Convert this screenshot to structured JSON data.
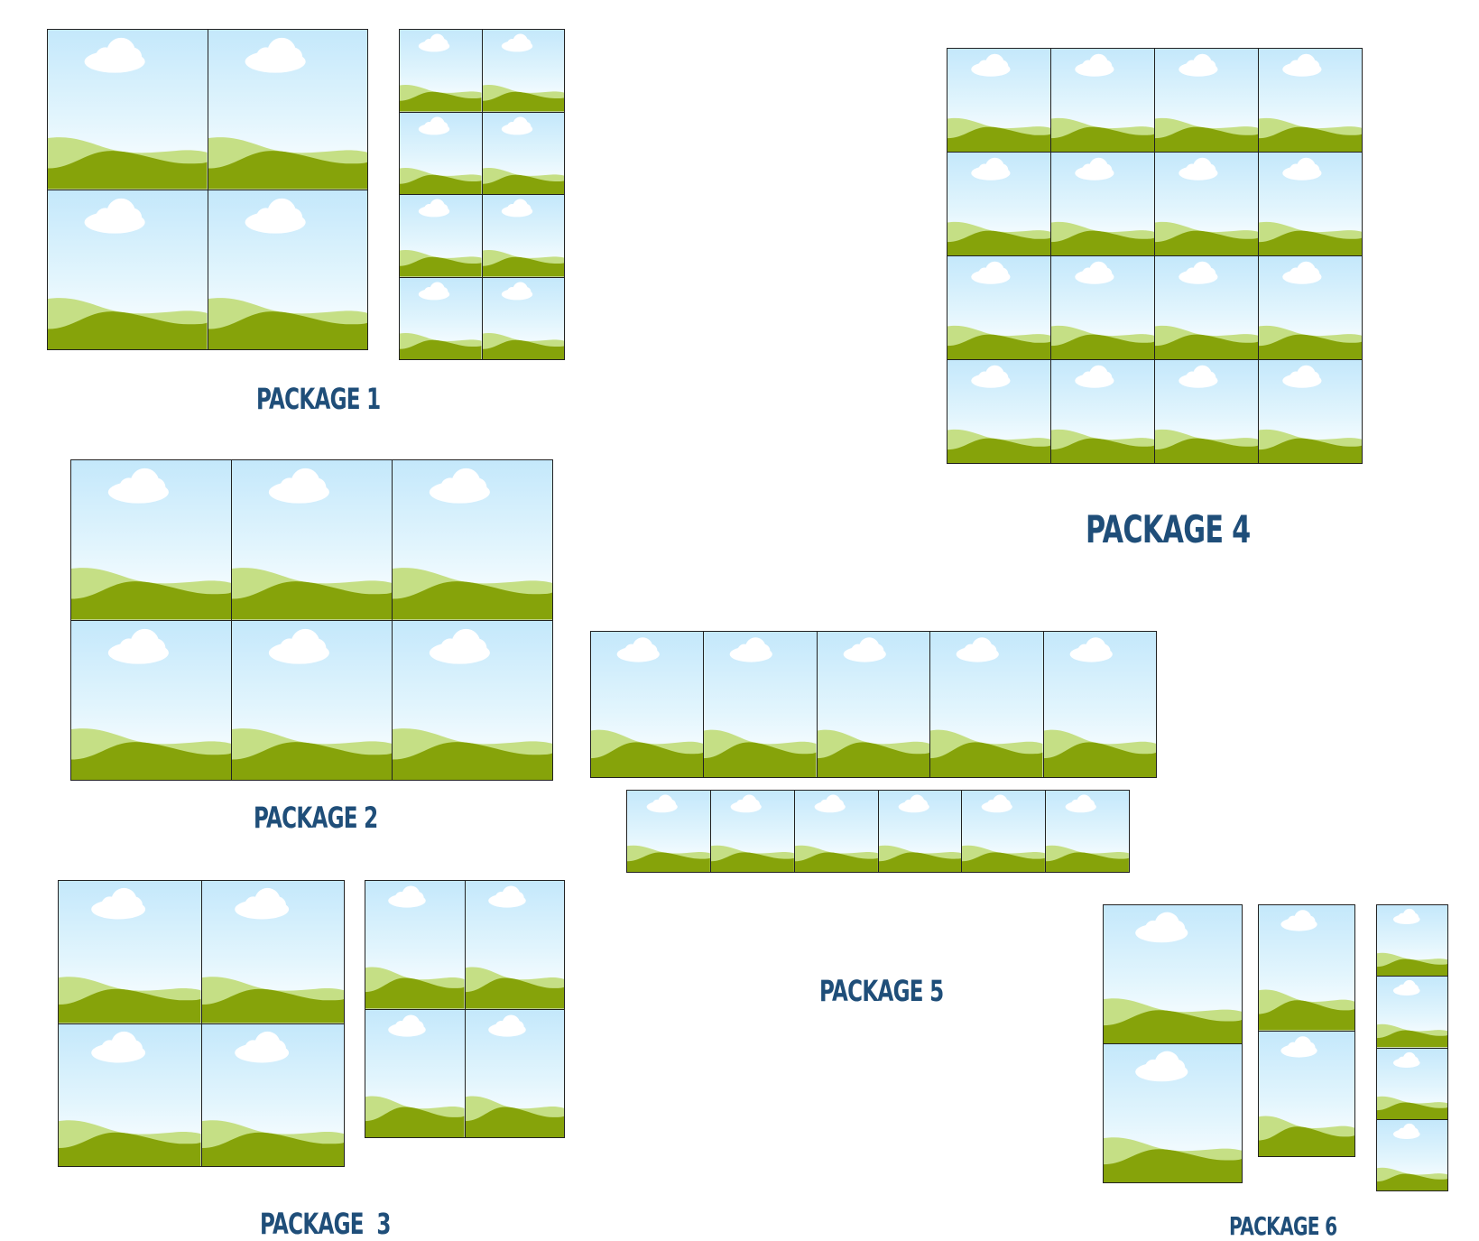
{
  "packages": [
    {
      "label": "PACKAGE 1"
    },
    {
      "label": "PACKAGE 2"
    },
    {
      "label": "PACKAGE  3"
    },
    {
      "label": "PACKAGE 4"
    },
    {
      "label": "PACKAGE 5"
    },
    {
      "label": "PACKAGE 6"
    }
  ],
  "icons": {
    "tile": "landscape-placeholder-icon"
  },
  "colors": {
    "sky_top": "#c4e8fb",
    "sky_bottom": "#f0fafe",
    "hill_light": "#c5df85",
    "hill_dark": "#86a30a",
    "cloud": "#ffffff",
    "label": "#1f4e79",
    "border": "#222222"
  }
}
